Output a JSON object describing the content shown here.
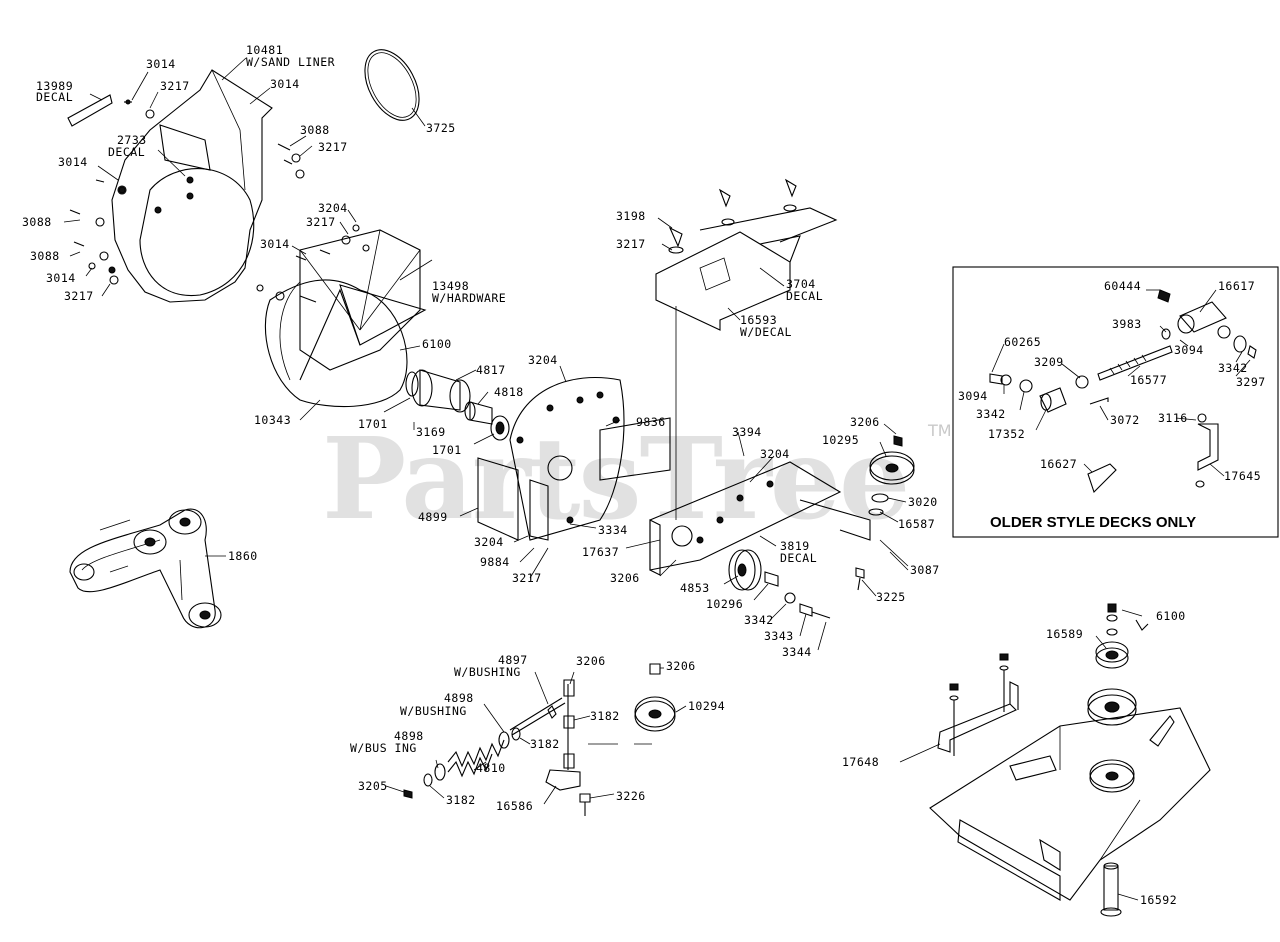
{
  "watermark": {
    "text": "PartsTree",
    "tm": "TM"
  },
  "inset": {
    "title": "OLDER STYLE DECKS ONLY"
  },
  "labels": {
    "l13989": "13989",
    "l13989b": "DECAL",
    "l3014a": "3014",
    "l3217a": "3217",
    "l10481": "10481",
    "l10481b": "W/SAND LINER",
    "l3014b": "3014",
    "l3725": "3725",
    "l2733": "2733",
    "l2733b": "DECAL",
    "l3088a": "3088",
    "l3217b": "3217",
    "l3014c": "3014",
    "l3088b": "3088",
    "l3088c": "3088",
    "l3014d": "3014",
    "l3217c": "3217",
    "l3204a": "3204",
    "l3217d": "3217",
    "l3014e": "3014",
    "l13498": "13498",
    "l13498b": "W/HARDWARE",
    "l6100a": "6100",
    "l10343": "10343",
    "l1701a": "1701",
    "l3169": "3169",
    "l1701b": "1701",
    "l4817": "4817",
    "l4818": "4818",
    "l3204b": "3204",
    "l9836": "9836",
    "l4899": "4899",
    "l3204c": "3204",
    "l9884": "9884",
    "l3217e": "3217",
    "l3334": "3334",
    "l17637": "17637",
    "l3206a": "3206",
    "l3394": "3394",
    "l3204d": "3204",
    "l3819": "3819",
    "l3819b": "DECAL",
    "l4853": "4853",
    "l10296": "10296",
    "l3342a": "3342",
    "l3343": "3343",
    "l3344": "3344",
    "l3198": "3198",
    "l3217f": "3217",
    "l3704": "3704",
    "l3704b": "DECAL",
    "l16593": "16593",
    "l16593b": "W/DECAL",
    "l3206b": "3206",
    "l10295": "10295",
    "l3020": "3020",
    "l16587": "16587",
    "l3087": "3087",
    "l3225": "3225",
    "l1860": "1860",
    "l4897": "4897",
    "l4897b": "W/BUSHING",
    "l3206c": "3206",
    "l3206d": "3206",
    "l4898a": "4898",
    "l4898ab": "W/BUSHING",
    "l3182a": "3182",
    "l3182b": "3182",
    "l10294": "10294",
    "l4898b": "4898",
    "l4898bb": "W/BUS ING",
    "l4810": "4810",
    "l3205": "3205",
    "l3182c": "3182",
    "l16586": "16586",
    "l3226": "3226",
    "l6100b": "6100",
    "l16589": "16589",
    "l17648": "17648",
    "l16592": "16592",
    "l60444": "60444",
    "l16617": "16617",
    "l3983": "3983",
    "l60265": "60265",
    "l3209": "3209",
    "l3094a": "3094",
    "l3342b": "3342",
    "l3297": "3297",
    "l3094b": "3094",
    "l16577": "16577",
    "l3342c": "3342",
    "l17352": "17352",
    "l3072": "3072",
    "l3116": "3116",
    "l16627": "16627",
    "l17645": "17645"
  }
}
